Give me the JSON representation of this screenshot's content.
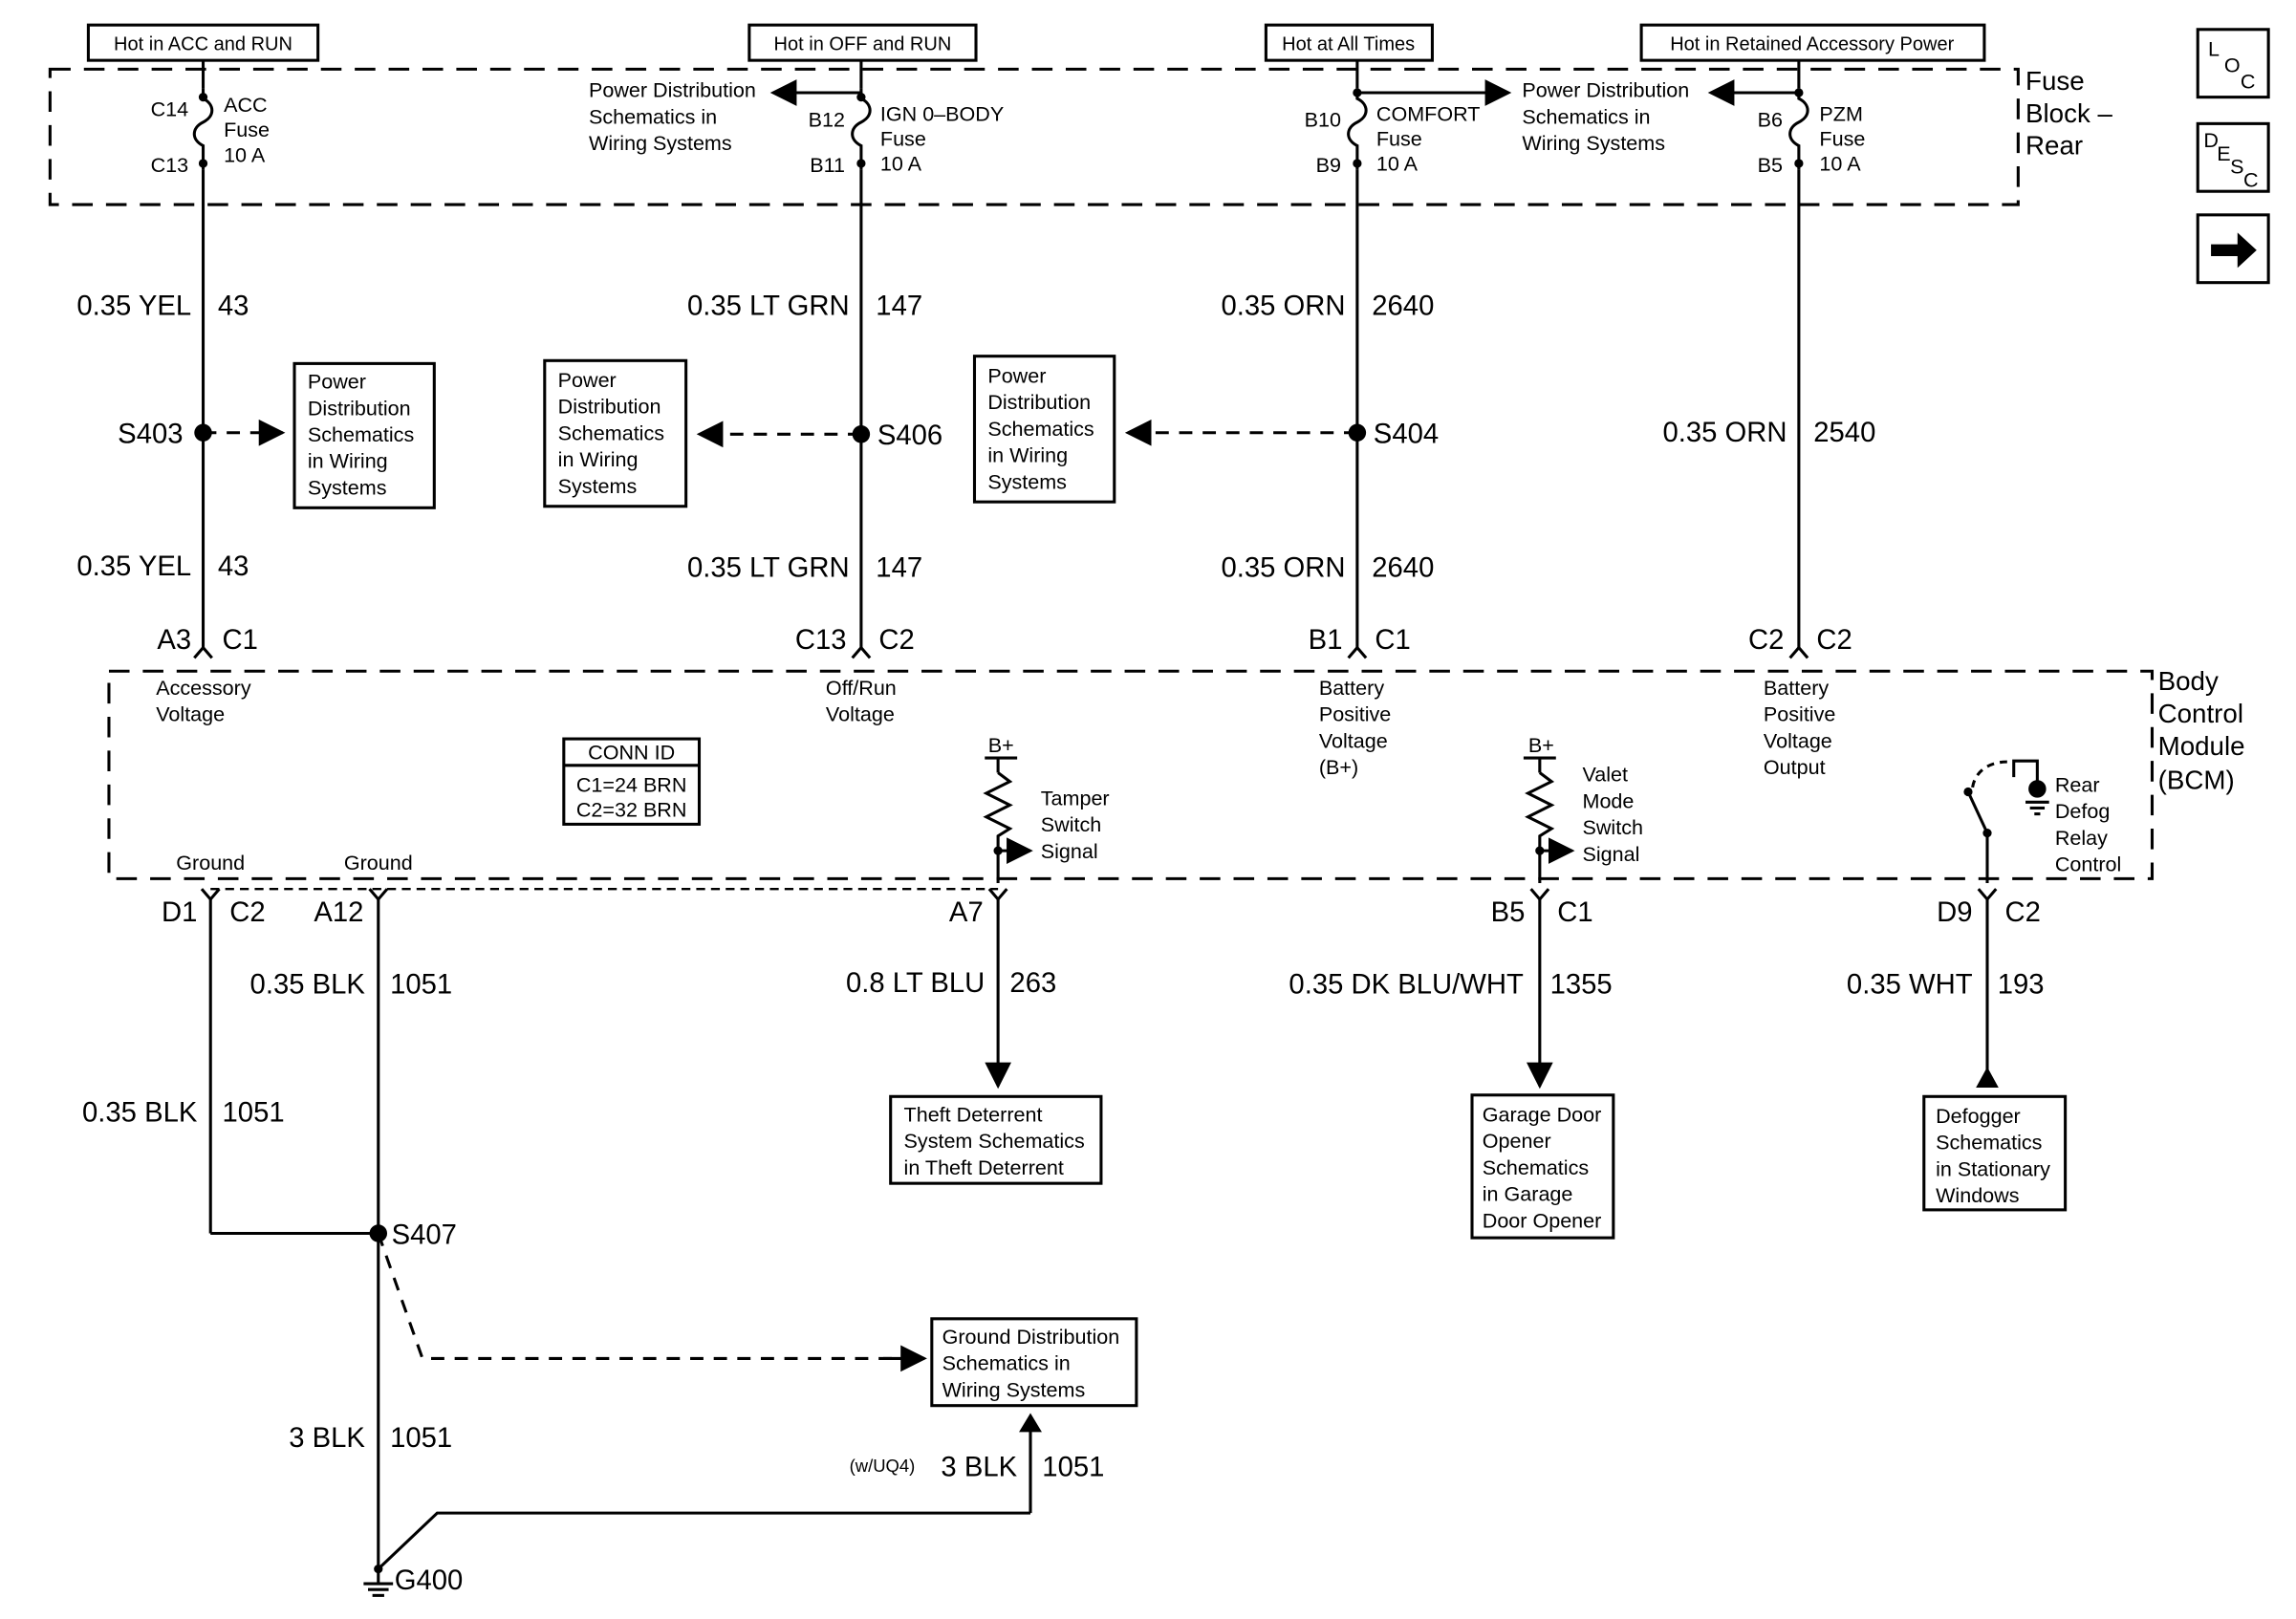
{
  "headers": {
    "acc_run": "Hot in ACC and RUN",
    "off_run": "Hot in OFF and RUN",
    "all_times": "Hot at All Times",
    "rap": "Hot in Retained Accessory Power"
  },
  "fuse_block": {
    "line1": "Fuse",
    "line2": "Block –",
    "line3": "Rear"
  },
  "fuses": {
    "acc": {
      "top_pin": "C14",
      "bottom_pin": "C13",
      "l1": "ACC",
      "l2": "Fuse",
      "l3": "10 A"
    },
    "ign": {
      "top_pin": "B12",
      "bottom_pin": "B11",
      "l1": "IGN 0–BODY",
      "l2": "Fuse",
      "l3": "10 A"
    },
    "comfort": {
      "top_pin": "B10",
      "bottom_pin": "B9",
      "l1": "COMFORT",
      "l2": "Fuse",
      "l3": "10 A"
    },
    "pzm": {
      "top_pin": "B6",
      "bottom_pin": "B5",
      "l1": "PZM",
      "l2": "Fuse",
      "l3": "10 A"
    }
  },
  "pd_ref": {
    "l1": "Power Distribution",
    "l2": "Schematics in",
    "l3": "Wiring Systems"
  },
  "pd_box": {
    "l1": "Power",
    "l2": "Distribution",
    "l3": "Schematics",
    "l4": "in Wiring",
    "l5": "Systems"
  },
  "wires": {
    "yel": {
      "gauge": "0.35 YEL",
      "circuit": "43"
    },
    "ltgrn": {
      "gauge": "0.35 LT GRN",
      "circuit": "147"
    },
    "orn2640": {
      "gauge": "0.35 ORN",
      "circuit": "2640"
    },
    "orn2540": {
      "gauge": "0.35 ORN",
      "circuit": "2540"
    },
    "blk_a12": {
      "gauge": "0.35 BLK",
      "circuit": "1051"
    },
    "blk_d1": {
      "gauge": "0.35 BLK",
      "circuit": "1051"
    },
    "ltblu": {
      "gauge": "0.8 LT BLU",
      "circuit": "263"
    },
    "dkblu": {
      "gauge": "0.35 DK BLU/WHT",
      "circuit": "1355"
    },
    "wht": {
      "gauge": "0.35 WHT",
      "circuit": "193"
    },
    "blk3": {
      "gauge": "3 BLK",
      "circuit": "1051"
    },
    "blk3_opt": {
      "option": "(w/UQ4)",
      "gauge": "3 BLK",
      "circuit": "1051"
    }
  },
  "splices": {
    "s403": "S403",
    "s406": "S406",
    "s404": "S404",
    "s407": "S407",
    "g400": "G400"
  },
  "bcm": {
    "title1": "Body",
    "title2": "Control",
    "title3": "Module",
    "title4": "(BCM)",
    "conn_id": {
      "title": "CONN ID",
      "c1": "C1=24 BRN",
      "c2": "C2=32 BRN"
    },
    "pins_top": {
      "a3": {
        "pin": "A3",
        "conn": "C1"
      },
      "c13": {
        "pin": "C13",
        "conn": "C2"
      },
      "b1": {
        "pin": "B1",
        "conn": "C1"
      },
      "c2": {
        "pin": "C2",
        "conn": "C2"
      }
    },
    "pins_bottom": {
      "d1": {
        "pin": "D1",
        "conn": "C2"
      },
      "a12": {
        "pin": "A12"
      },
      "a7": {
        "pin": "A7"
      },
      "b5": {
        "pin": "B5",
        "conn": "C1"
      },
      "d9": {
        "pin": "D9",
        "conn": "C2"
      }
    },
    "accessory": {
      "l1": "Accessory",
      "l2": "Voltage"
    },
    "offrun": {
      "l1": "Off/Run",
      "l2": "Voltage"
    },
    "battery": {
      "l1": "Battery",
      "l2": "Positive",
      "l3": "Voltage",
      "l4": "(B+)"
    },
    "battery_out": {
      "l1": "Battery",
      "l2": "Positive",
      "l3": "Voltage",
      "l4": "Output"
    },
    "ground": "Ground",
    "bplus": "B+",
    "tamper": {
      "l1": "Tamper",
      "l2": "Switch",
      "l3": "Signal"
    },
    "valet": {
      "l1": "Valet",
      "l2": "Mode",
      "l3": "Switch",
      "l4": "Signal"
    },
    "defog": {
      "l1": "Rear",
      "l2": "Defog",
      "l3": "Relay",
      "l4": "Control"
    }
  },
  "refs": {
    "theft": {
      "l1": "Theft Deterrent",
      "l2": "System Schematics",
      "l3": "in Theft Deterrent"
    },
    "garage": {
      "l1": "Garage Door",
      "l2": "Opener",
      "l3": "Schematics",
      "l4": "in Garage",
      "l5": "Door Opener"
    },
    "defogger": {
      "l1": "Defogger",
      "l2": "Schematics",
      "l3": "in Stationary",
      "l4": "Windows"
    },
    "ground_dist": {
      "l1": "Ground Distribution",
      "l2": "Schematics in",
      "l3": "Wiring Systems"
    }
  },
  "nav": {
    "loc": {
      "a": "L",
      "b": "O",
      "c": "C"
    },
    "desc": {
      "a": "D",
      "b": "E",
      "c": "S",
      "d": "C"
    },
    "next_icon": "arrow-right-icon"
  }
}
